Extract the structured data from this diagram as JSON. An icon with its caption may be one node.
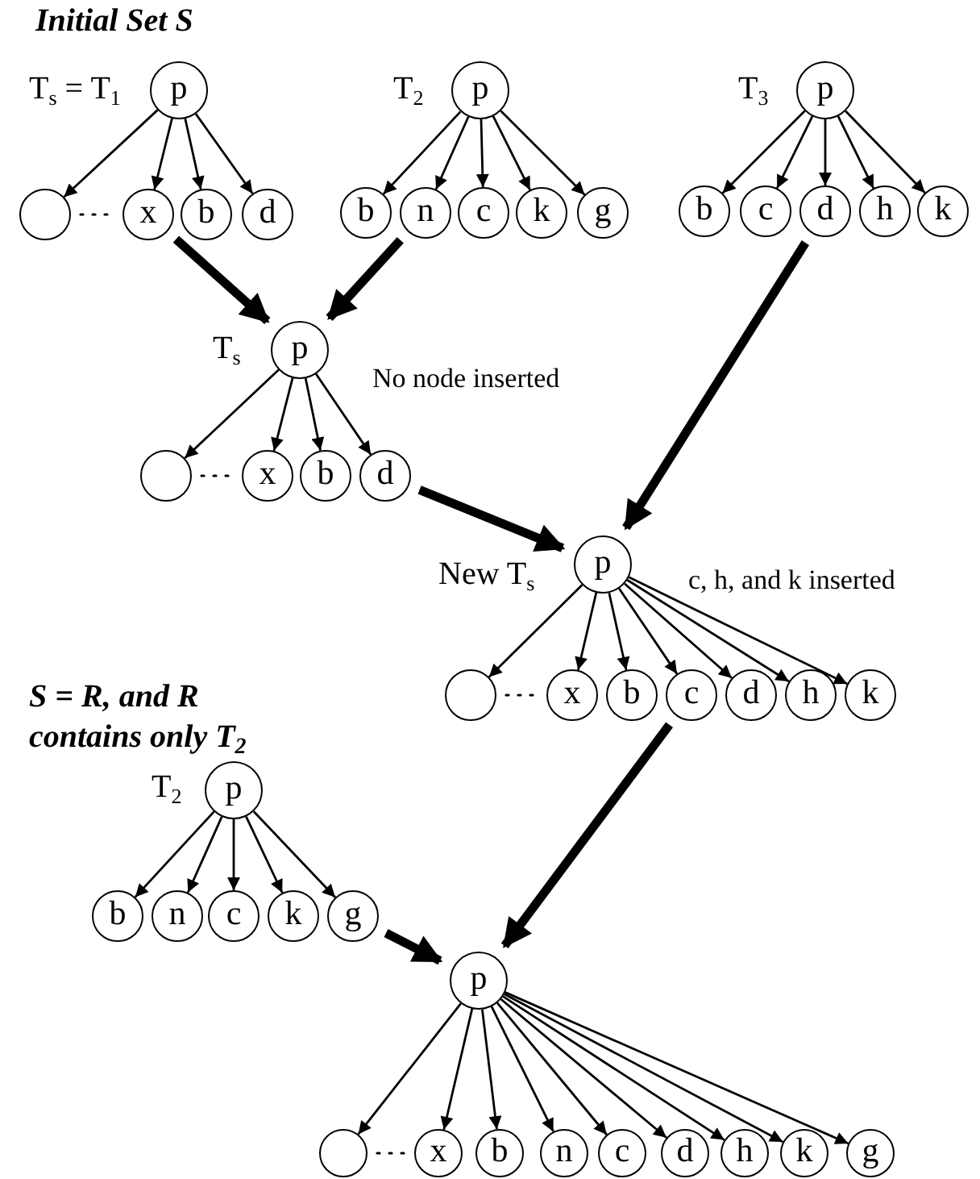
{
  "diagram": {
    "title": "Initial Set S",
    "nodes": [
      {
        "text": [
          "p"
        ],
        "beside": [
          "T$_{s}$ = T$_{1}$"
        ]
      },
      {
        "text": [],
        "shape": "circle"
      },
      {
        "text": [
          "x"
        ]
      },
      {
        "text": [
          "b"
        ]
      },
      {
        "text": [
          "d"
        ]
      },
      {
        "text": [
          "p"
        ],
        "beside": [
          "T$_{2}$"
        ]
      },
      {
        "text": [
          "b"
        ]
      },
      {
        "text": [
          "n"
        ]
      },
      {
        "text": [
          "c"
        ]
      },
      {
        "text": [
          "k"
        ]
      },
      {
        "text": [
          "g"
        ]
      },
      {
        "text": [
          "p"
        ],
        "beside": [
          "T$_{3}$"
        ]
      },
      {
        "text": [
          "b"
        ]
      },
      {
        "text": [
          "c"
        ]
      },
      {
        "text": [
          "d"
        ]
      },
      {
        "text": [
          "h"
        ]
      },
      {
        "text": [
          "k"
        ]
      },
      {
        "text": [
          "p"
        ],
        "beside": [
          "T$_{s}$",
          "No node inserted"
        ]
      },
      {
        "text": [],
        "shape": "circle"
      },
      {
        "text": [
          "x"
        ]
      },
      {
        "text": [
          "b"
        ]
      },
      {
        "text": [
          "d"
        ]
      },
      {
        "text": [
          "p"
        ],
        "beside": [
          "New T$_{s}$",
          "c, h, and k inserted"
        ]
      },
      {
        "text": [],
        "shape": "circle"
      },
      {
        "text": [
          "x"
        ]
      },
      {
        "text": [
          "b"
        ]
      },
      {
        "text": [
          "c"
        ]
      },
      {
        "text": [
          "d"
        ]
      },
      {
        "text": [
          "h"
        ]
      },
      {
        "text": [
          "k"
        ]
      },
      {
        "text": [
          "p"
        ],
        "beside": [
          "T$_{2}$"
        ]
      },
      {
        "text": [
          "b"
        ]
      },
      {
        "text": [
          "n"
        ]
      },
      {
        "text": [
          "c"
        ]
      },
      {
        "text": [
          "k"
        ]
      },
      {
        "text": [
          "g"
        ]
      },
      {
        "text": [
          "p"
        ]
      },
      {
        "text": [],
        "shape": "circle"
      },
      {
        "text": [
          "x"
        ]
      },
      {
        "text": [
          "b"
        ]
      },
      {
        "text": [
          "n"
        ]
      },
      {
        "text": [
          "c"
        ]
      },
      {
        "text": [
          "d"
        ]
      },
      {
        "text": [
          "h"
        ]
      },
      {
        "text": [
          "k"
        ]
      },
      {
        "text": [
          "g"
        ]
      }
    ],
    "edges": [
      {
        "from": 0,
        "to": 1,
        "arrow": "to"
      },
      {
        "from": 0,
        "to": 2,
        "arrow": "to"
      },
      {
        "from": 0,
        "to": 3,
        "arrow": "to"
      },
      {
        "from": 0,
        "to": 4,
        "arrow": "to"
      },
      {
        "from": 1,
        "to": 2,
        "arrow": "none",
        "style": "dashed"
      },
      {
        "from": 5,
        "to": 6,
        "arrow": "to"
      },
      {
        "from": 5,
        "to": 7,
        "arrow": "to"
      },
      {
        "from": 5,
        "to": 8,
        "arrow": "to"
      },
      {
        "from": 5,
        "to": 9,
        "arrow": "to"
      },
      {
        "from": 5,
        "to": 10,
        "arrow": "to"
      },
      {
        "from": 11,
        "to": 12,
        "arrow": "to"
      },
      {
        "from": 11,
        "to": 13,
        "arrow": "to"
      },
      {
        "from": 11,
        "to": 14,
        "arrow": "to"
      },
      {
        "from": 11,
        "to": 15,
        "arrow": "to"
      },
      {
        "from": 11,
        "to": 16,
        "arrow": "to"
      },
      {
        "from": 2,
        "to": 17,
        "arrow": "to",
        "style": "thick"
      },
      {
        "from": 7,
        "to": 17,
        "arrow": "to",
        "style": "thick"
      },
      {
        "from": 17,
        "to": 18,
        "arrow": "to"
      },
      {
        "from": 17,
        "to": 19,
        "arrow": "to"
      },
      {
        "from": 17,
        "to": 20,
        "arrow": "to"
      },
      {
        "from": 17,
        "to": 21,
        "arrow": "to"
      },
      {
        "from": 18,
        "to": 19,
        "arrow": "none",
        "style": "dashed"
      },
      {
        "from": 14,
        "to": 22,
        "arrow": "to",
        "style": "thick"
      },
      {
        "from": 21,
        "to": 22,
        "arrow": "to",
        "style": "thick"
      },
      {
        "from": 22,
        "to": 23,
        "arrow": "to"
      },
      {
        "from": 22,
        "to": 24,
        "arrow": "to"
      },
      {
        "from": 22,
        "to": 25,
        "arrow": "to"
      },
      {
        "from": 22,
        "to": 26,
        "arrow": "to"
      },
      {
        "from": 22,
        "to": 27,
        "arrow": "to"
      },
      {
        "from": 22,
        "to": 28,
        "arrow": "to"
      },
      {
        "from": 22,
        "to": 29,
        "arrow": "to"
      },
      {
        "from": 23,
        "to": 24,
        "arrow": "none",
        "style": "dashed"
      },
      {
        "from": 30,
        "to": 31,
        "arrow": "to"
      },
      {
        "from": 30,
        "to": 32,
        "arrow": "to"
      },
      {
        "from": 30,
        "to": 33,
        "arrow": "to"
      },
      {
        "from": 30,
        "to": 34,
        "arrow": "to"
      },
      {
        "from": 30,
        "to": 35,
        "arrow": "to"
      },
      {
        "from": 26,
        "to": 36,
        "arrow": "to",
        "style": "thick"
      },
      {
        "from": 35,
        "to": 36,
        "arrow": "to",
        "style": "thick"
      },
      {
        "from": 36,
        "to": 37,
        "arrow": "to"
      },
      {
        "from": 36,
        "to": 38,
        "arrow": "to"
      },
      {
        "from": 36,
        "to": 39,
        "arrow": "to"
      },
      {
        "from": 36,
        "to": 40,
        "arrow": "to"
      },
      {
        "from": 36,
        "to": 41,
        "arrow": "to"
      },
      {
        "from": 36,
        "to": 42,
        "arrow": "to"
      },
      {
        "from": 36,
        "to": 43,
        "arrow": "to"
      },
      {
        "from": 36,
        "to": 44,
        "arrow": "to"
      },
      {
        "from": 36,
        "to": 45,
        "arrow": "to"
      },
      {
        "from": 37,
        "to": 38,
        "arrow": "none",
        "style": "dashed"
      }
    ],
    "labels": [
      "S = R, and R contains only T$_{2}$"
    ]
  }
}
